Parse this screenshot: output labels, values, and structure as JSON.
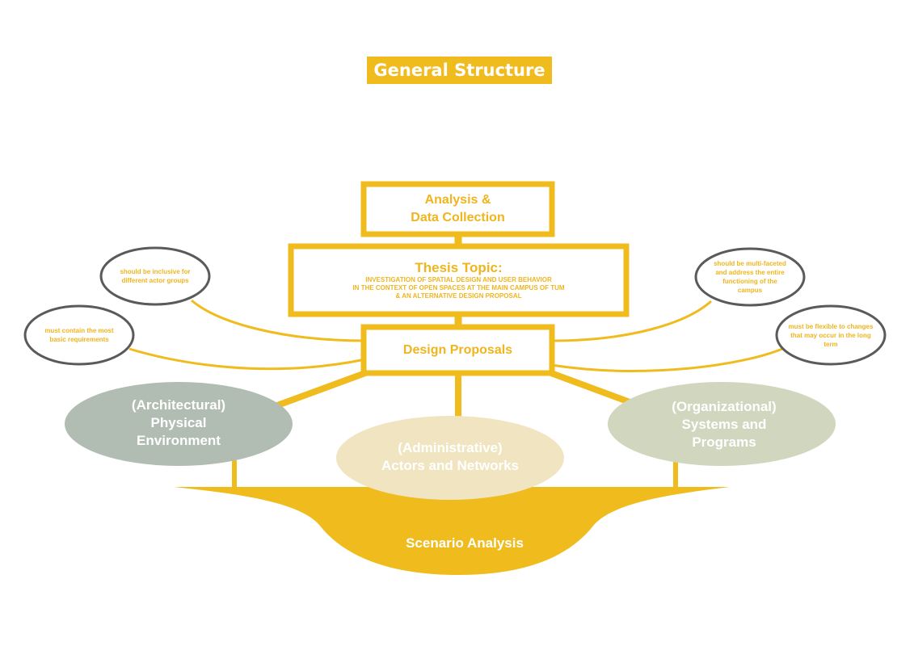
{
  "header": {
    "title": "General Structure"
  },
  "analysis_box": {
    "line1": "Analysis &",
    "line2": "Data Collection"
  },
  "thesis_box": {
    "title": "Thesis Topic:",
    "line1": "INVESTIGATION OF SPATIAL DESIGN AND USER BEHAVIOR",
    "line2": "IN THE CONTEXT OF OPEN SPACES AT THE MAIN CAMPUS OF TUM",
    "line3": "& AN ALTERNATIVE DESIGN PROPOSAL"
  },
  "design_box": {
    "label": "Design Proposals"
  },
  "requirements": {
    "top_left": {
      "line1": "should be inclusive for",
      "line2": "different actor groups"
    },
    "bottom_left": {
      "line1": "must contain the most",
      "line2": "basic requirements"
    },
    "top_right": {
      "line1": "should be multi-faceted",
      "line2": "and address the entire",
      "line3": "functioning of the",
      "line4": "campus"
    },
    "bottom_right": {
      "line1": "must be flexible to changes",
      "line2": "that may occur in the long",
      "line3": "term"
    }
  },
  "dimensions": {
    "physical": {
      "line1": "(Architectural)",
      "line2": "Physical",
      "line3": "Environment"
    },
    "actors": {
      "line1": "(Administrative)",
      "line2": "Actors and Networks"
    },
    "systems": {
      "line1": "(Organizational)",
      "line2": "Systems and",
      "line3": "Programs"
    }
  },
  "scenario": {
    "label": "Scenario Analysis"
  },
  "colors": {
    "accent": "#f0bb1d",
    "bubble_outline": "#5a5a5a",
    "physical_fill": "#b1bdb3",
    "actors_fill": "#f0e5c0",
    "systems_fill": "#d1d6bf"
  }
}
